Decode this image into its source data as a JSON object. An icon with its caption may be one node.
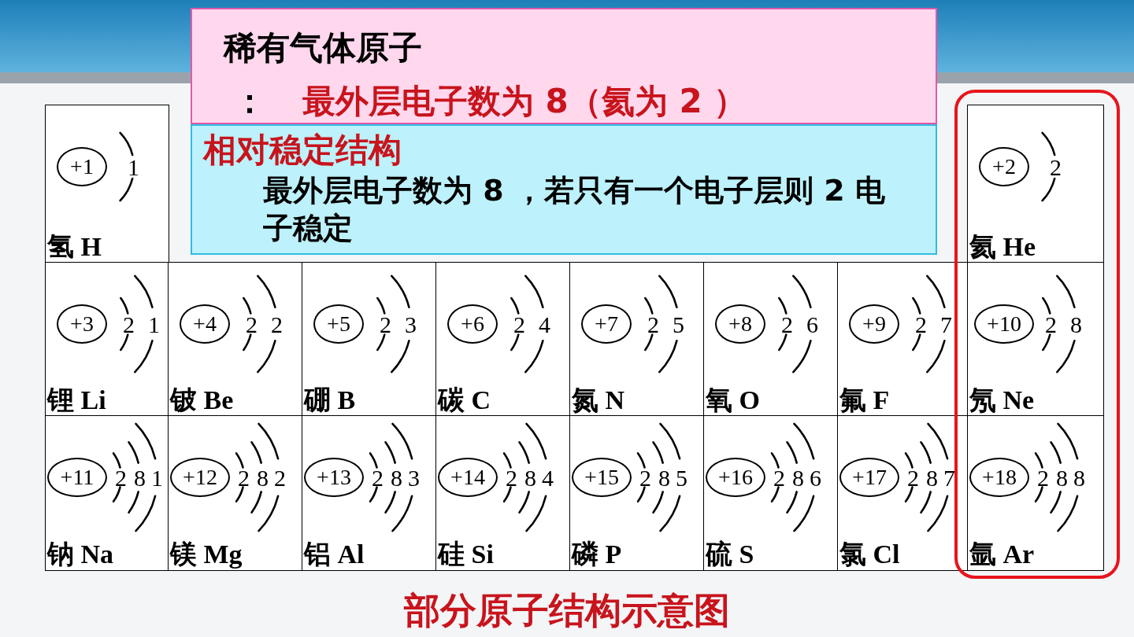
{
  "diagram": {
    "caption": "部分原子结构示意图",
    "nodes": [
      {
        "text": [
          "稀有气体原子",
          "：",
          "最外层电子数为 8（氦为 2 ）"
        ]
      },
      {
        "text": [
          "相对稳定结构",
          "最外层电子数为 8 ，若只有一个电子层则 2 电子稳定"
        ]
      },
      {
        "text": [
          "+1",
          "1",
          "氢 H"
        ]
      },
      {
        "text": [
          "+2",
          "2",
          "氦 He"
        ]
      },
      {
        "text": [
          "+3",
          "2",
          "1",
          "锂 Li"
        ]
      },
      {
        "text": [
          "+4",
          "2",
          "2",
          "铍 Be"
        ]
      },
      {
        "text": [
          "+5",
          "2",
          "3",
          "硼 B"
        ]
      },
      {
        "text": [
          "+6",
          "2",
          "4",
          "碳 C"
        ]
      },
      {
        "text": [
          "+7",
          "2",
          "5",
          "氮 N"
        ]
      },
      {
        "text": [
          "+8",
          "2",
          "6",
          "氧 O"
        ]
      },
      {
        "text": [
          "+9",
          "2",
          "7",
          "氟 F"
        ]
      },
      {
        "text": [
          "+10",
          "2",
          "8",
          "氖 Ne"
        ]
      },
      {
        "text": [
          "+11",
          "2",
          "8",
          "1",
          "钠 Na"
        ]
      },
      {
        "text": [
          "+12",
          "2",
          "8",
          "2",
          "镁 Mg"
        ]
      },
      {
        "text": [
          "+13",
          "2",
          "8",
          "3",
          "铝 Al"
        ]
      },
      {
        "text": [
          "+14",
          "2",
          "8",
          "4",
          "硅 Si"
        ]
      },
      {
        "text": [
          "+15",
          "2",
          "8",
          "5",
          "磷 P"
        ]
      },
      {
        "text": [
          "+16",
          "2",
          "8",
          "6",
          "硫 S"
        ]
      },
      {
        "text": [
          "+17",
          "2",
          "8",
          "7",
          "氯 Cl"
        ]
      },
      {
        "text": [
          "+18",
          "2",
          "8",
          "8",
          "氩 Ar"
        ]
      }
    ]
  }
}
